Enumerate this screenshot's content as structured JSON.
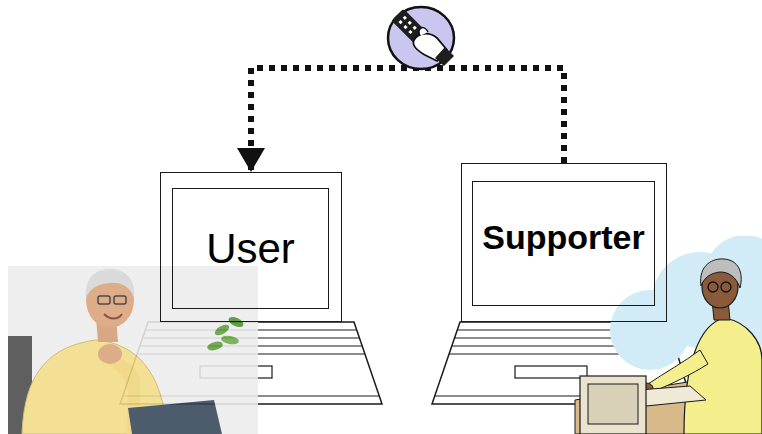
{
  "diagram": {
    "nodes": [
      {
        "text": [
          "User"
        ]
      },
      {
        "text": [
          "Supporter"
        ]
      }
    ],
    "edges": [
      {
        "from": 1,
        "to": 0,
        "arrow": "to"
      }
    ]
  }
}
